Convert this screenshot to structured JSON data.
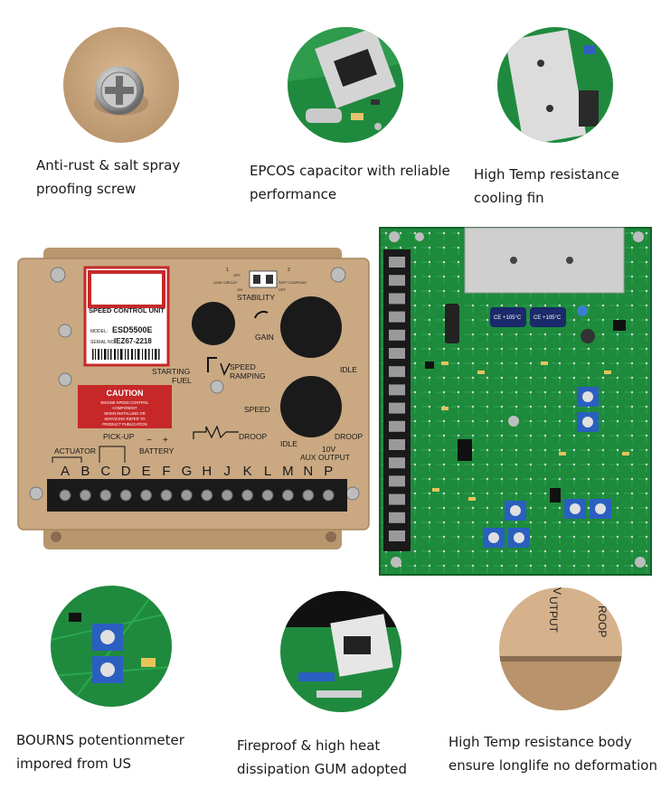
{
  "features_top": [
    {
      "line1": "Anti-rust & salt spray",
      "line2": "proofing screw"
    },
    {
      "line1": "EPCOS capacitor with reliable",
      "line2": "performance"
    },
    {
      "line1": "High Temp resistance",
      "line2": "cooling fin"
    }
  ],
  "features_bottom": [
    {
      "line1": "BOURNS potentionmeter",
      "line2": "impored from US"
    },
    {
      "line1": "Fireproof & high heat",
      "line2": "dissipation GUM adopted"
    },
    {
      "line1": "High Temp resistance body",
      "line2": "ensure longlife no deformation"
    }
  ],
  "front_panel": {
    "label_title": "SPEED CONTROL UNIT",
    "model_prefix": "MODEL:",
    "model": "ESD5500E",
    "serial_prefix": "SERIAL NO:",
    "serial": "IEZ67-2218",
    "caution_title": "CAUTION",
    "caution_lines": [
      "ENGINE SPEED CONTROL",
      "COMPONENT",
      "WHEN INSTALLING OR",
      "SERVICING REFER TO",
      "PRODUCT PUBLICATION"
    ],
    "switch_labels": {
      "n1": "1",
      "off1": "OFF",
      "lead": "LEAD CIRCUIT",
      "on1": "ON",
      "n2": "2",
      "soft": "SOFT COUPLING",
      "off2": "OFF"
    },
    "stability": "STABILITY",
    "gain": "GAIN",
    "starting": "STARTING",
    "fuel": "FUEL",
    "speed_ramping_1": "SPEED",
    "speed_ramping_2": "RAMPING",
    "idle": "IDLE",
    "speed": "SPEED",
    "droop": "DROOP",
    "actuator": "ACTUATOR",
    "pickup": "PICK-UP",
    "battery": "BATTERY",
    "minus": "−",
    "plus": "+",
    "droop2": "DROOP",
    "idle2": "IDLE",
    "aux": "AUX",
    "out_10v_1": "10V",
    "out_10v_2": "OUTPUT",
    "terminals": [
      "A",
      "B",
      "C",
      "D",
      "E",
      "F",
      "G",
      "H",
      "J",
      "K",
      "L",
      "M",
      "N",
      "P"
    ]
  },
  "circuit_board": {
    "cap_label": "CE +105°C"
  },
  "body_closeup": {
    "text1": "ROOP",
    "text2": "UTPUT",
    "text3": "V"
  },
  "colors": {
    "panel_beige": "#c9a882",
    "pcb_green": "#1e8a3c",
    "terminal_black": "#1a1a1a",
    "pot_blue": "#2a5fc0",
    "label_red": "#c62828"
  }
}
